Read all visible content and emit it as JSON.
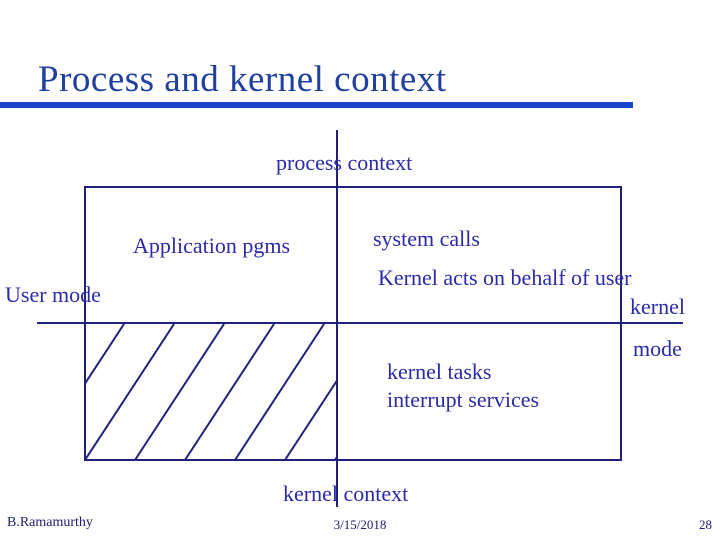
{
  "slide": {
    "title": "Process and kernel context"
  },
  "diagram": {
    "process_context_label": "process context",
    "kernel_context_label": "kernel context",
    "user_mode_label": "User mode",
    "kernel_mode_label_line1": "kernel",
    "kernel_mode_label_line2": "mode",
    "application_label": "Application pgms",
    "system_calls_label": "system calls",
    "kernel_acts_label": "Kernel acts on behalf of user",
    "kernel_tasks_label": "kernel tasks",
    "interrupt_services_label": "interrupt services"
  },
  "footer": {
    "author": "B.Ramamurthy",
    "date": "3/15/2018",
    "page": "28"
  },
  "colors": {
    "background": "#ffffff",
    "title_text": "#20409f",
    "title_rule": "#1b45c9",
    "diagram_line": "#20217c",
    "diagram_text": "#2a2aaa",
    "footer_text": "#20206d"
  }
}
